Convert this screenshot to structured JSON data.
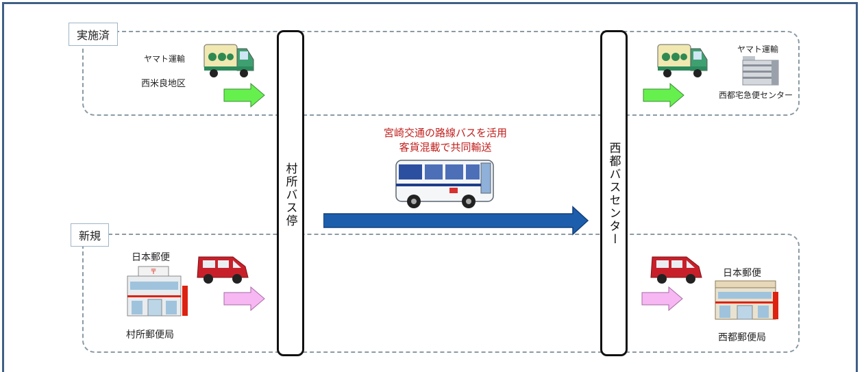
{
  "zones": {
    "done_label": "実施済",
    "new_label": "新規"
  },
  "stops": {
    "left": "村所バス停",
    "right": "西都バスセンター"
  },
  "bus_caption": {
    "line1": "宮崎交通の路線バスを活用",
    "line2": "客貨混載で共同輸送"
  },
  "done": {
    "left_company": "ヤマト運輸",
    "left_area": "西米良地区",
    "right_company": "ヤマト運輸",
    "right_center": "西都宅急便センター"
  },
  "new": {
    "left_company": "日本郵便",
    "left_office": "村所郵便局",
    "right_company": "日本郵便",
    "right_office": "西都郵便局"
  },
  "colors": {
    "frame": "#3f5f86",
    "main_arrow": "#1c5eab",
    "green_arrow": "#66f04e",
    "pink_arrow": "#f6b7f2",
    "caption": "#c0201e"
  },
  "icons": {
    "delivery_truck": "yamato-truck-icon",
    "building": "office-building-icon",
    "post_van": "post-van-icon",
    "post_office": "post-office-icon",
    "bus": "bus-icon"
  }
}
